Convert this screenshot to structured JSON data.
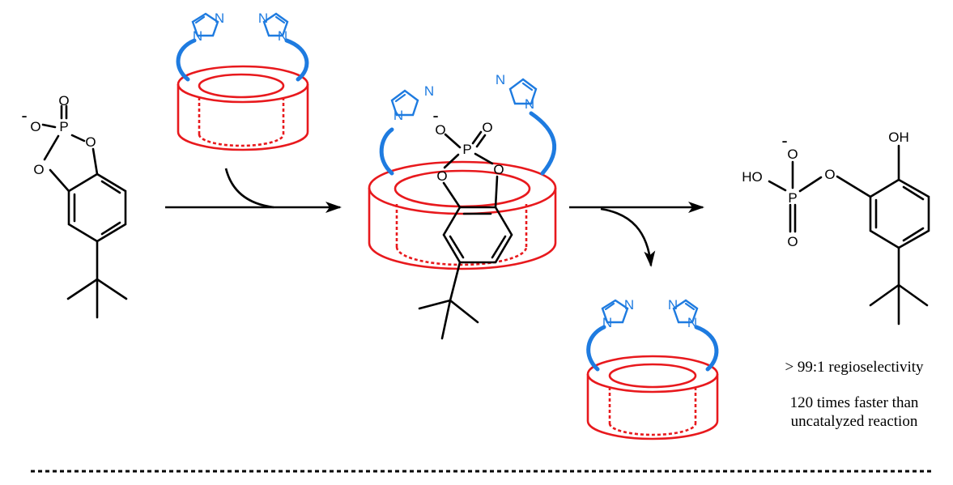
{
  "atoms": {
    "oxygen": "O",
    "phosphorus": "P",
    "nitrogen": "N",
    "hydroxyl_left": "HO",
    "hydroxyl_top": "OH",
    "negative_charge": "-"
  },
  "notes": {
    "regioselectivity": "> 99:1 regioselectivity",
    "rate_line1": "120 times faster than",
    "rate_line2": "uncatalyzed reaction"
  },
  "colors": {
    "host": "#e8191d",
    "imidazole": "#1e7be0",
    "bonds": "#000000"
  }
}
